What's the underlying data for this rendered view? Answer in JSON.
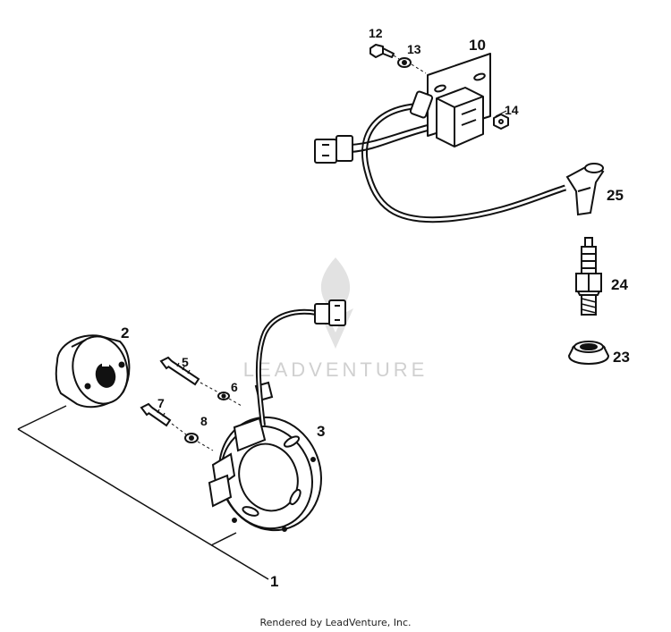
{
  "diagram": {
    "watermark": "LEADVENTURE",
    "callouts": {
      "c1": "1",
      "c2": "2",
      "c3": "3",
      "c5": "5",
      "c6": "6",
      "c7": "7",
      "c8": "8",
      "c10": "10",
      "c12": "12",
      "c13": "13",
      "c14": "14",
      "c23": "23",
      "c24": "24",
      "c25": "25"
    }
  },
  "footer": {
    "text": "Rendered by LeadVenture, Inc."
  },
  "colors": {
    "line": "#111111",
    "watermark": "#d0d0d0",
    "background": "#ffffff"
  }
}
